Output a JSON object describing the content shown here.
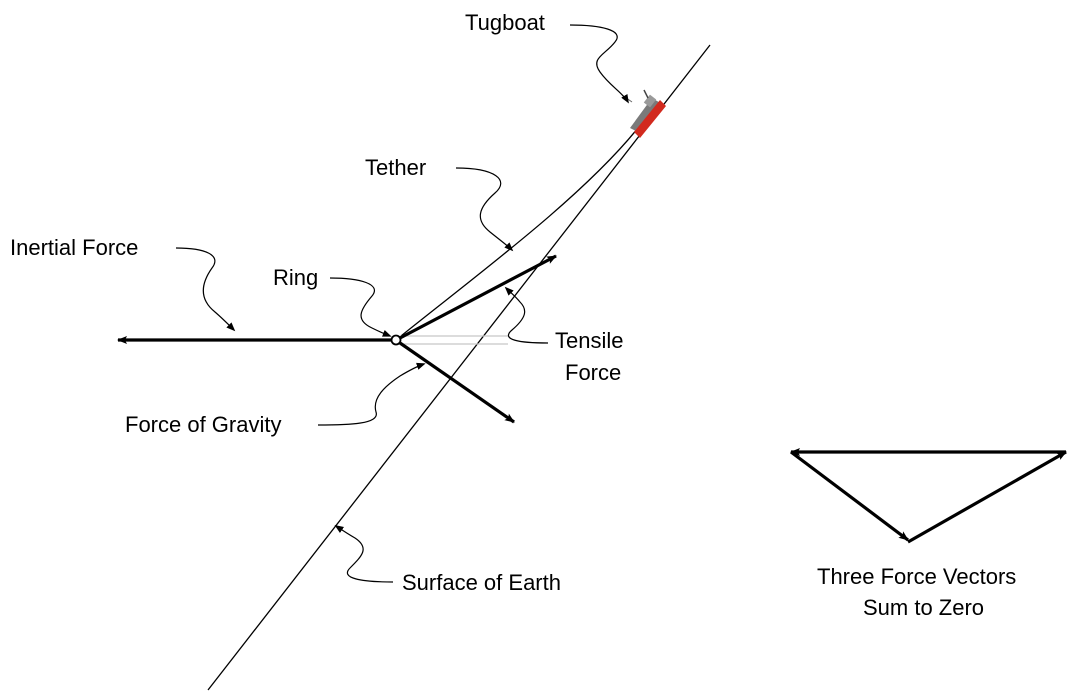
{
  "labels": {
    "tugboat": "Tugboat",
    "tether": "Tether",
    "inertial_force": "Inertial Force",
    "ring": "Ring",
    "tensile_force_line1": "Tensile",
    "tensile_force_line2": "Force",
    "force_of_gravity": "Force of Gravity",
    "surface_of_earth": "Surface of Earth",
    "caption_line1": "Three Force Vectors",
    "caption_line2": "Sum to Zero"
  },
  "colors": {
    "ink": "#000000",
    "boat_hull": "#d22a1e",
    "boat_deck": "#7a7a7a",
    "faint_line": "#c8c8c8"
  },
  "icons": {
    "tugboat": "tugboat-icon",
    "ring": "ring-circle"
  }
}
